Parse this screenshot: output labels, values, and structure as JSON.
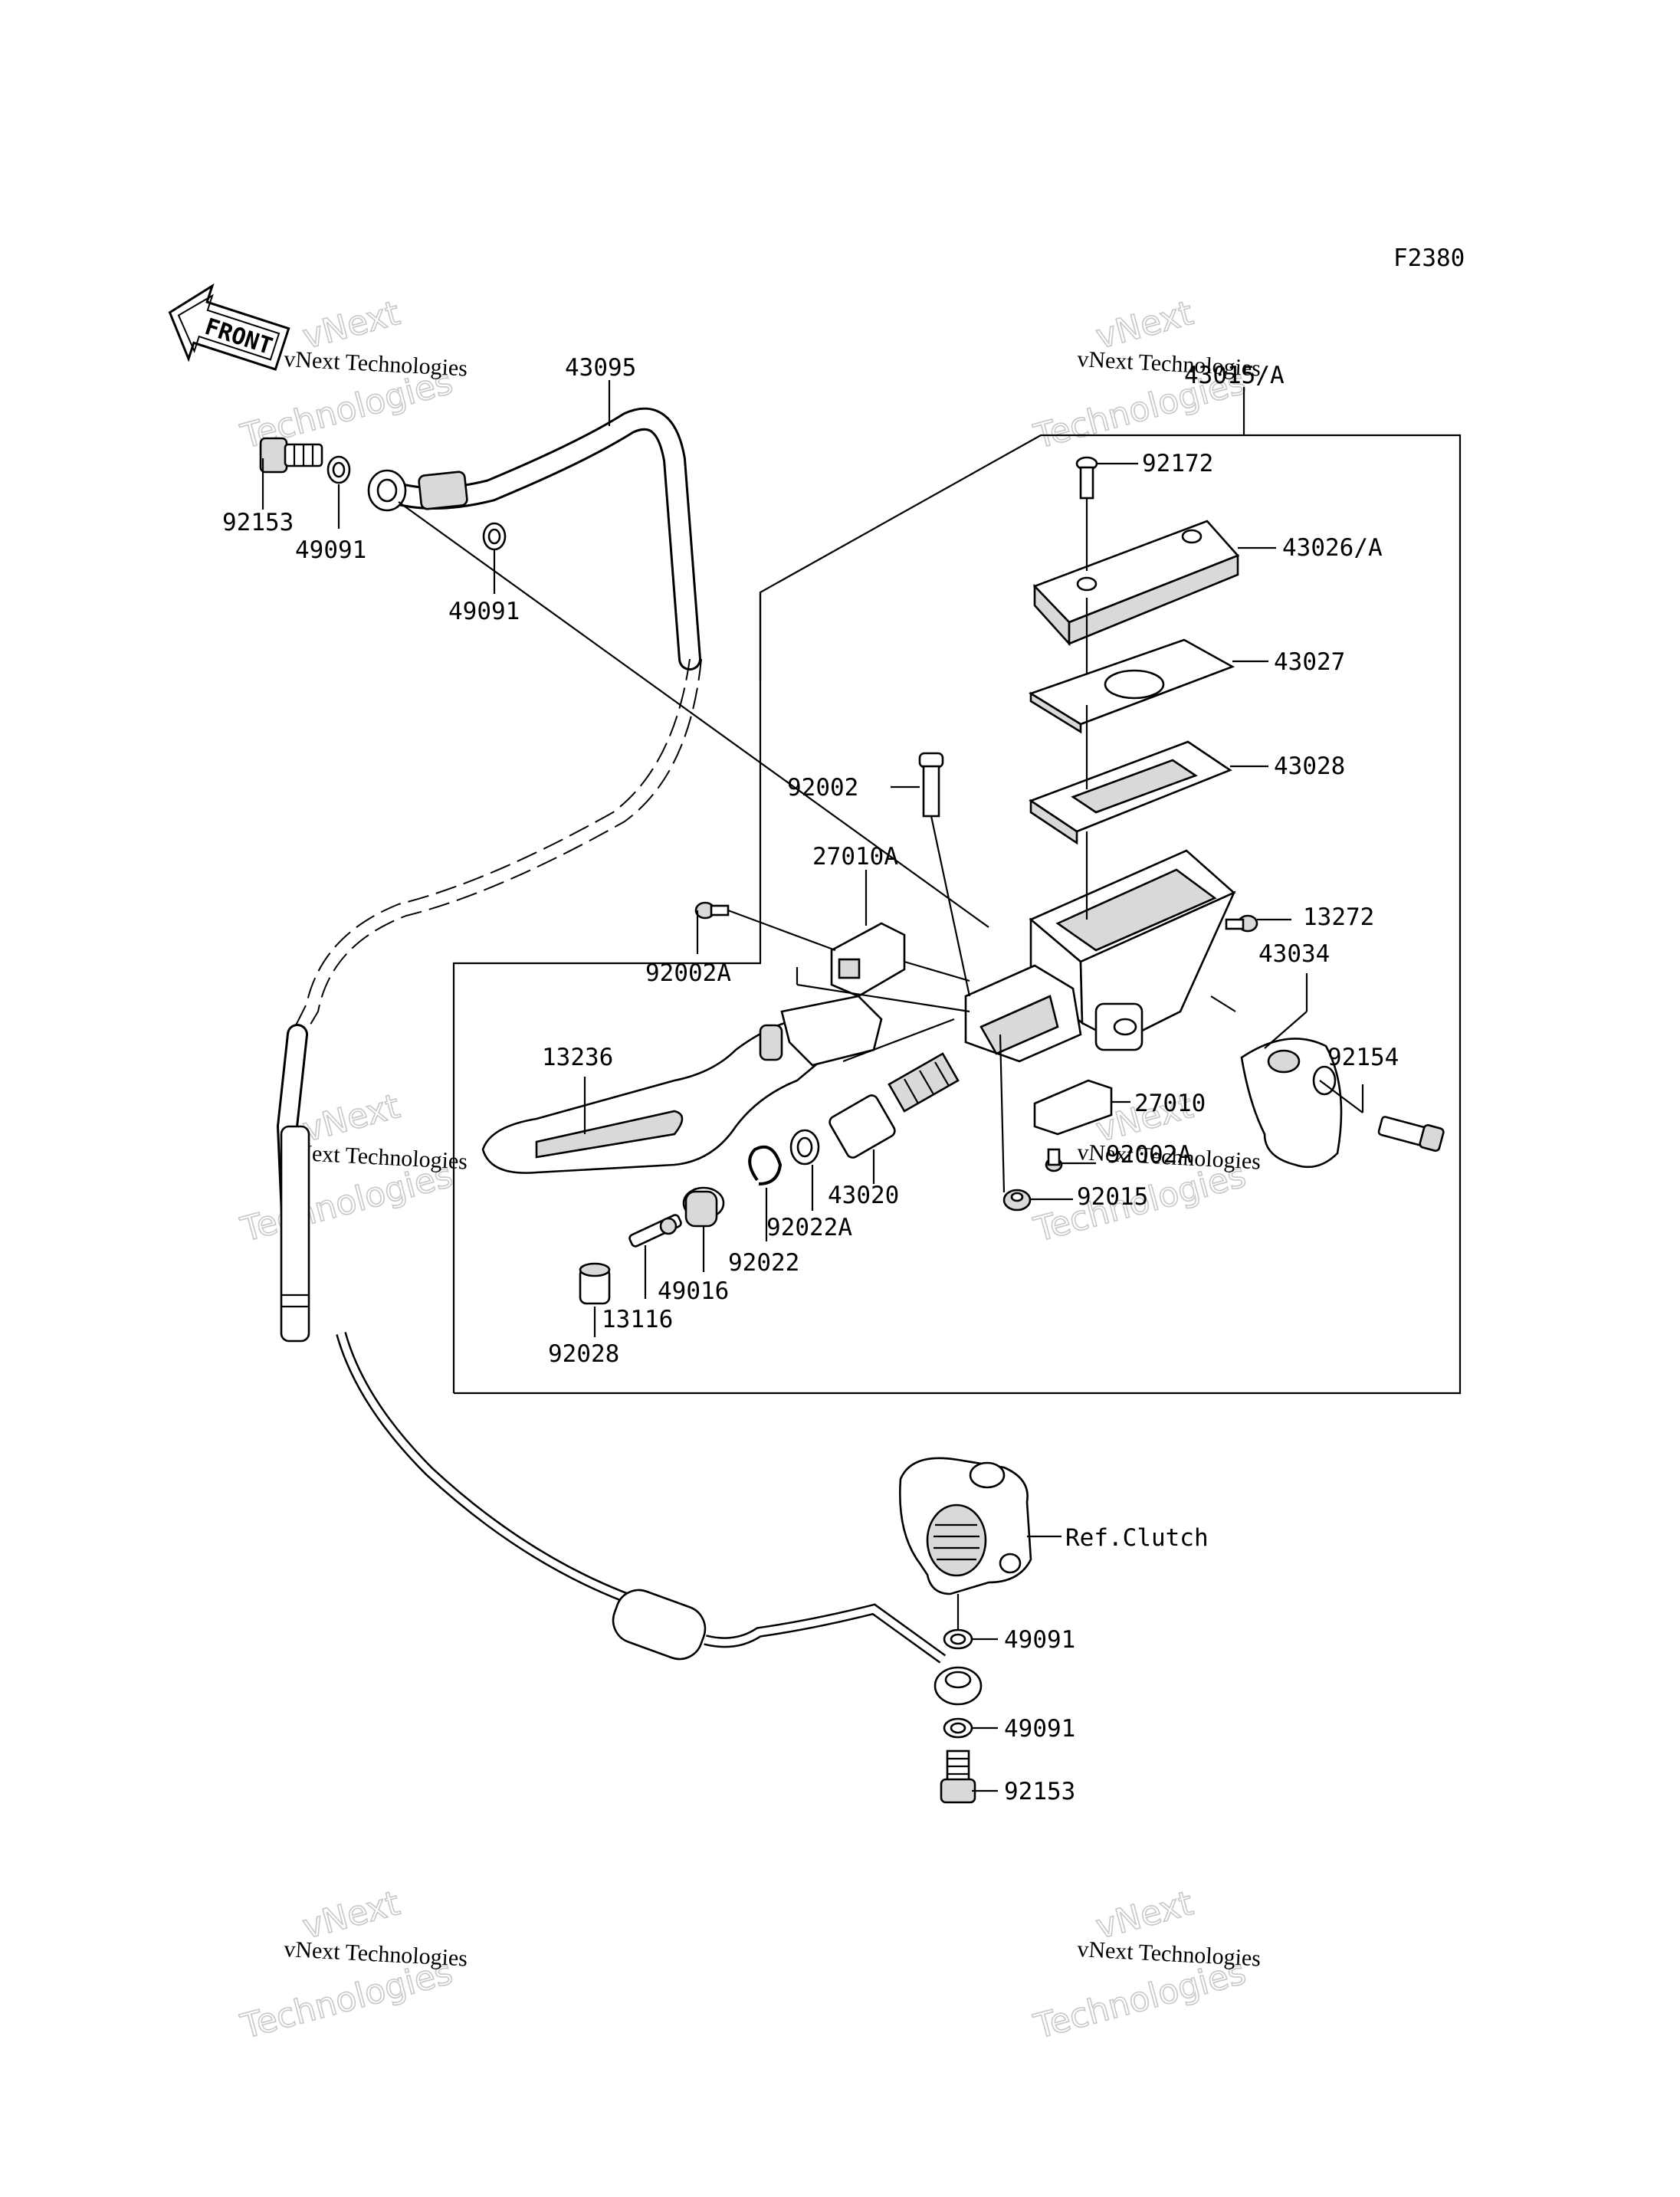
{
  "figure_code": "F2380",
  "front_label": "FRONT",
  "watermark": {
    "line1": "vNext Technologies",
    "line2a": "vNext",
    "line2b": "Technologies"
  },
  "parts": {
    "p43095": "43095",
    "p92153_top": "92153",
    "p49091_a": "49091",
    "p49091_b": "49091",
    "p43015": "43015/A",
    "p92172": "92172",
    "p43026": "43026/A",
    "p43027": "43027",
    "p43028": "43028",
    "p92002": "92002",
    "p27010A": "27010A",
    "p92002A_a": "92002A",
    "p13272": "13272",
    "p43034": "43034",
    "p13236": "13236",
    "p92154": "92154",
    "p27010": "27010",
    "p92002A_b": "92002A",
    "p92015": "92015",
    "p43020": "43020",
    "p92022A": "92022A",
    "p92022": "92022",
    "p49016": "49016",
    "p13116": "13116",
    "p92028": "92028",
    "ref_clutch": "Ref.Clutch",
    "p49091_c": "49091",
    "p49091_d": "49091",
    "p92153_bot": "92153"
  }
}
